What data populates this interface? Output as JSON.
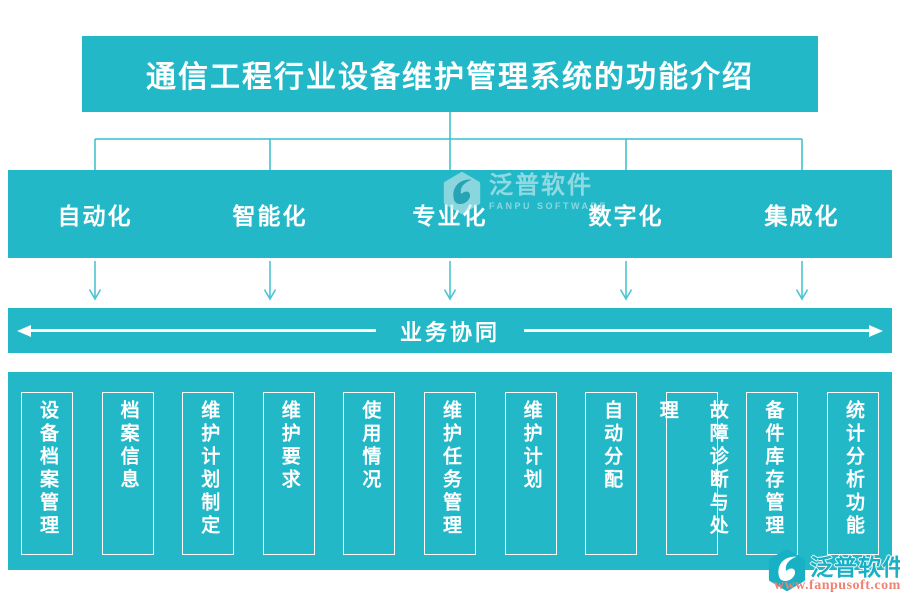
{
  "page": {
    "title": "通信工程行业设备维护管理系统的功能介绍"
  },
  "pillars": [
    "自动化",
    "智能化",
    "专业化",
    "数字化",
    "集成化"
  ],
  "collaboration_bar": {
    "label": "业务协同"
  },
  "functions": [
    "设备档案管理",
    "档案信息",
    "维护计划制定",
    "维护要求",
    "使用情况",
    "维护任务管理",
    "维护计划",
    "自动分配",
    "故障诊断与处理",
    "备件库存管理",
    "统计分析功能"
  ],
  "watermark": {
    "brand": "泛普软件",
    "brand_en": "FANPU SOFTWARE"
  },
  "footer": {
    "brand": "泛普软件",
    "website": "www.fanpusoft.com"
  },
  "colors": {
    "teal": "#23b8c8",
    "connector_line": "#35bfce",
    "section_arrow": "#4cc5d3",
    "text_white": "#ffffff",
    "brand_teal": "#18b0c4",
    "url_coral": "#ef8373"
  }
}
